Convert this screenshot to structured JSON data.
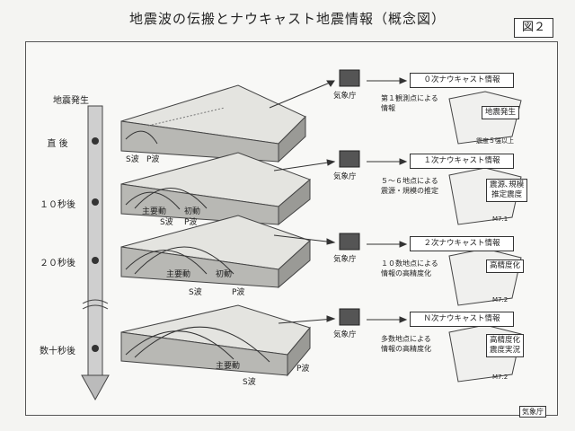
{
  "title": "地震波の伝搬とナウキャスト地震情報（概念図）",
  "figure_label": "図２",
  "timeline": {
    "start": "地震発生",
    "steps": [
      "直 後",
      "１０秒後",
      "２０秒後",
      "数十秒後"
    ]
  },
  "agency": "気象庁",
  "waves": {
    "s": "S波",
    "p": "P波",
    "main": "主要動",
    "initial": "初動"
  },
  "stages": [
    {
      "box": "０次ナウキャスト情報",
      "desc": "第１観測点による\n情報",
      "badge": "地震発生",
      "note": "震度５強以上"
    },
    {
      "box": "１次ナウキャスト情報",
      "desc": "５～６地点による\n震源・規模の推定",
      "badge": "震源､規模\n推定震度",
      "note": "M7.1"
    },
    {
      "box": "２次ナウキャスト情報",
      "desc": "１０数地点による\n情報の高精度化",
      "badge": "高精度化",
      "note": "M7.2"
    },
    {
      "box": "Ｎ次ナウキャスト情報",
      "desc": "多数地点による\n情報の高精度化",
      "badge": "高精度化\n震度実況",
      "note": "M7.2"
    }
  ],
  "credit": "気象庁"
}
